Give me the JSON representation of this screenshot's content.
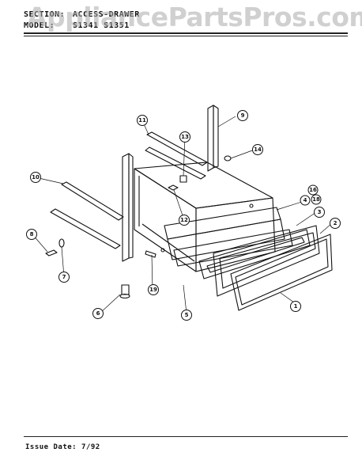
{
  "header": {
    "section_label": "SECTION:",
    "section_value": "ACCESS-DRAWER",
    "model_label": "MODEL:",
    "model_value": "S1341 S1351"
  },
  "watermark": "AppliancePartsPros.com",
  "footer": {
    "issue_label": "Issue Date:",
    "issue_value": "7/92"
  },
  "callouts": [
    "1",
    "2",
    "3",
    "4",
    "5",
    "6",
    "7",
    "8",
    "9",
    "10",
    "11",
    "12",
    "13",
    "14",
    "16",
    "18",
    "19"
  ]
}
